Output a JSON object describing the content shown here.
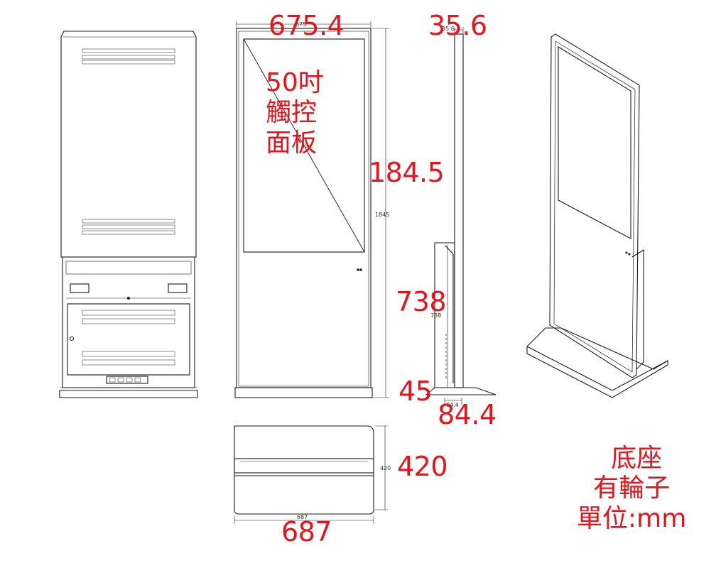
{
  "callouts": {
    "width": "675.4",
    "depth": "35.6",
    "height": "184.5",
    "lower_height": "738",
    "base_height": "45",
    "base_depth": "84.4",
    "base_top_depth": "420",
    "base_top_width": "687"
  },
  "drawing_dims": {
    "width": "675",
    "depth": "35.6",
    "diagonal": "49",
    "height": "1845",
    "lower_height": "738",
    "base_depth": "84.4",
    "top_depth": "420",
    "top_width": "687"
  },
  "panel_label": [
    "50吋",
    "觸控",
    "面板"
  ],
  "base_note": [
    "底座",
    "有輪子",
    "單位:mm"
  ],
  "colors": {
    "annotation": "#e8141c",
    "line": "#1a1a1a"
  }
}
